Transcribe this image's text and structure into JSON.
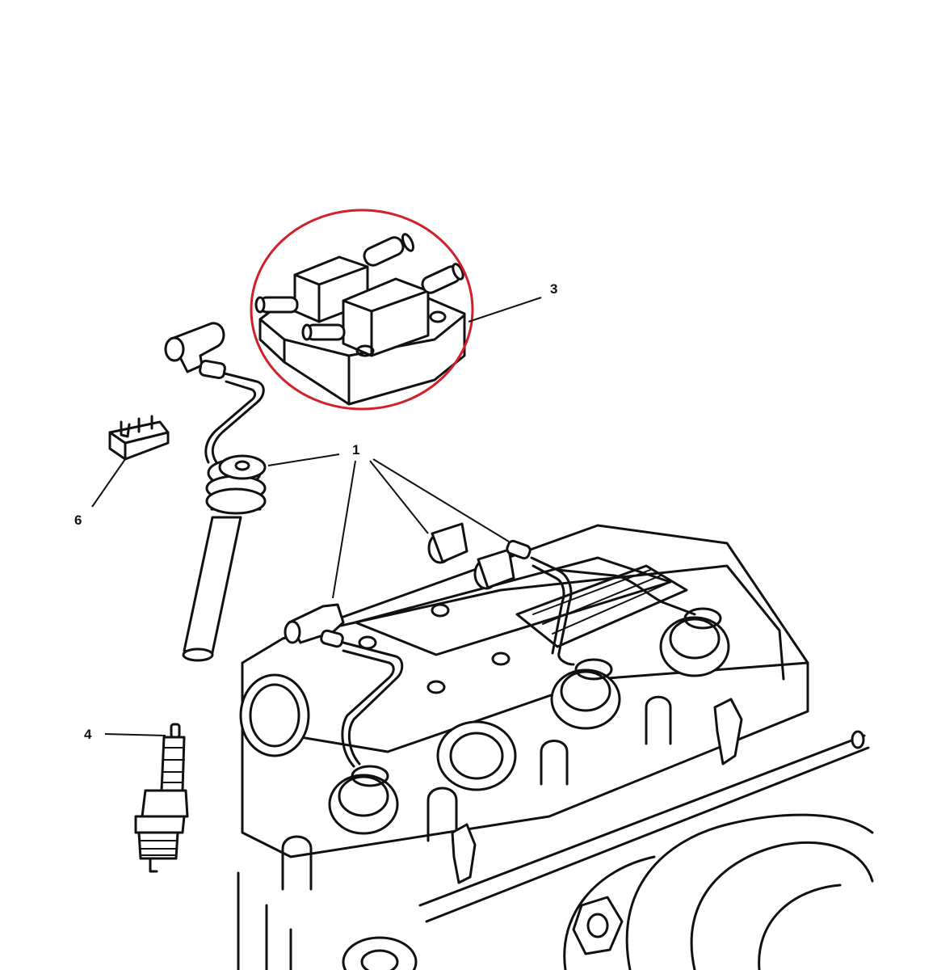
{
  "callouts": {
    "c1": "1",
    "c3": "3",
    "c4": "4",
    "c6": "6"
  },
  "highlight_color": "#d0202a",
  "line_color": "#111111"
}
